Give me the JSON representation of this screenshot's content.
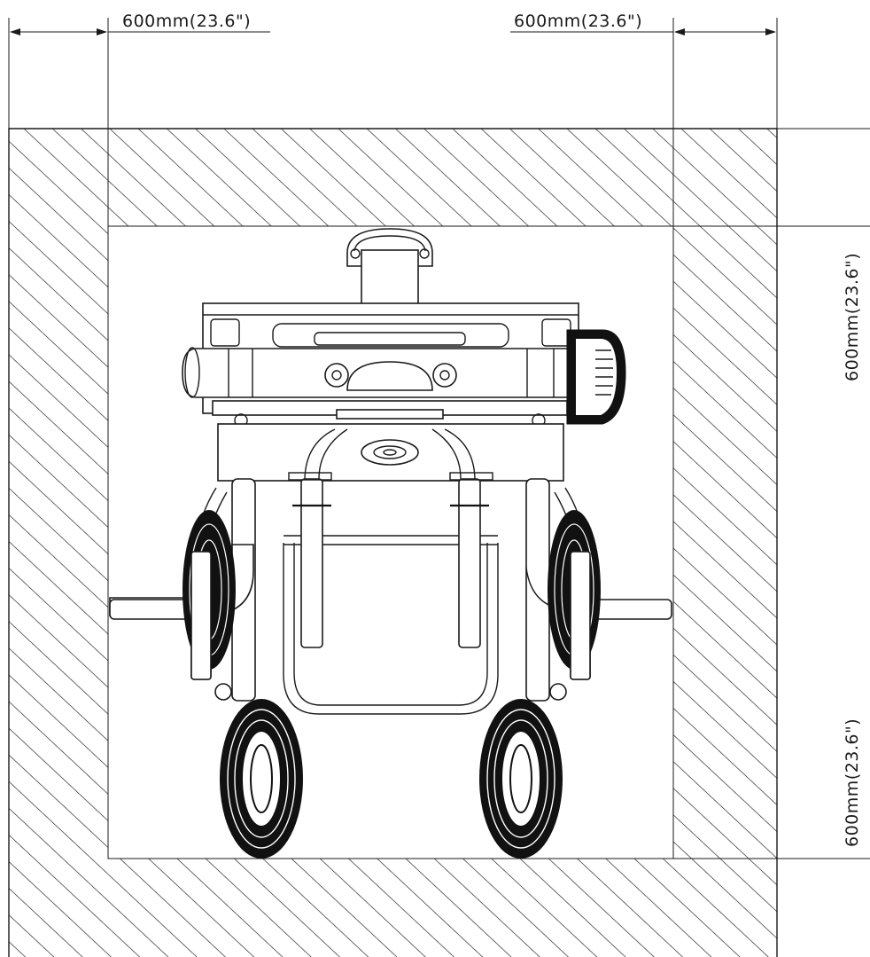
{
  "dimensions": {
    "top_left": "600mm(23.6\")",
    "top_right": "600mm(23.6\")",
    "right_upper": "600mm(23.6\")",
    "right_lower": "600mm(23.6\")"
  },
  "colors": {
    "line": "#1a1a1a",
    "background": "#ffffff"
  }
}
